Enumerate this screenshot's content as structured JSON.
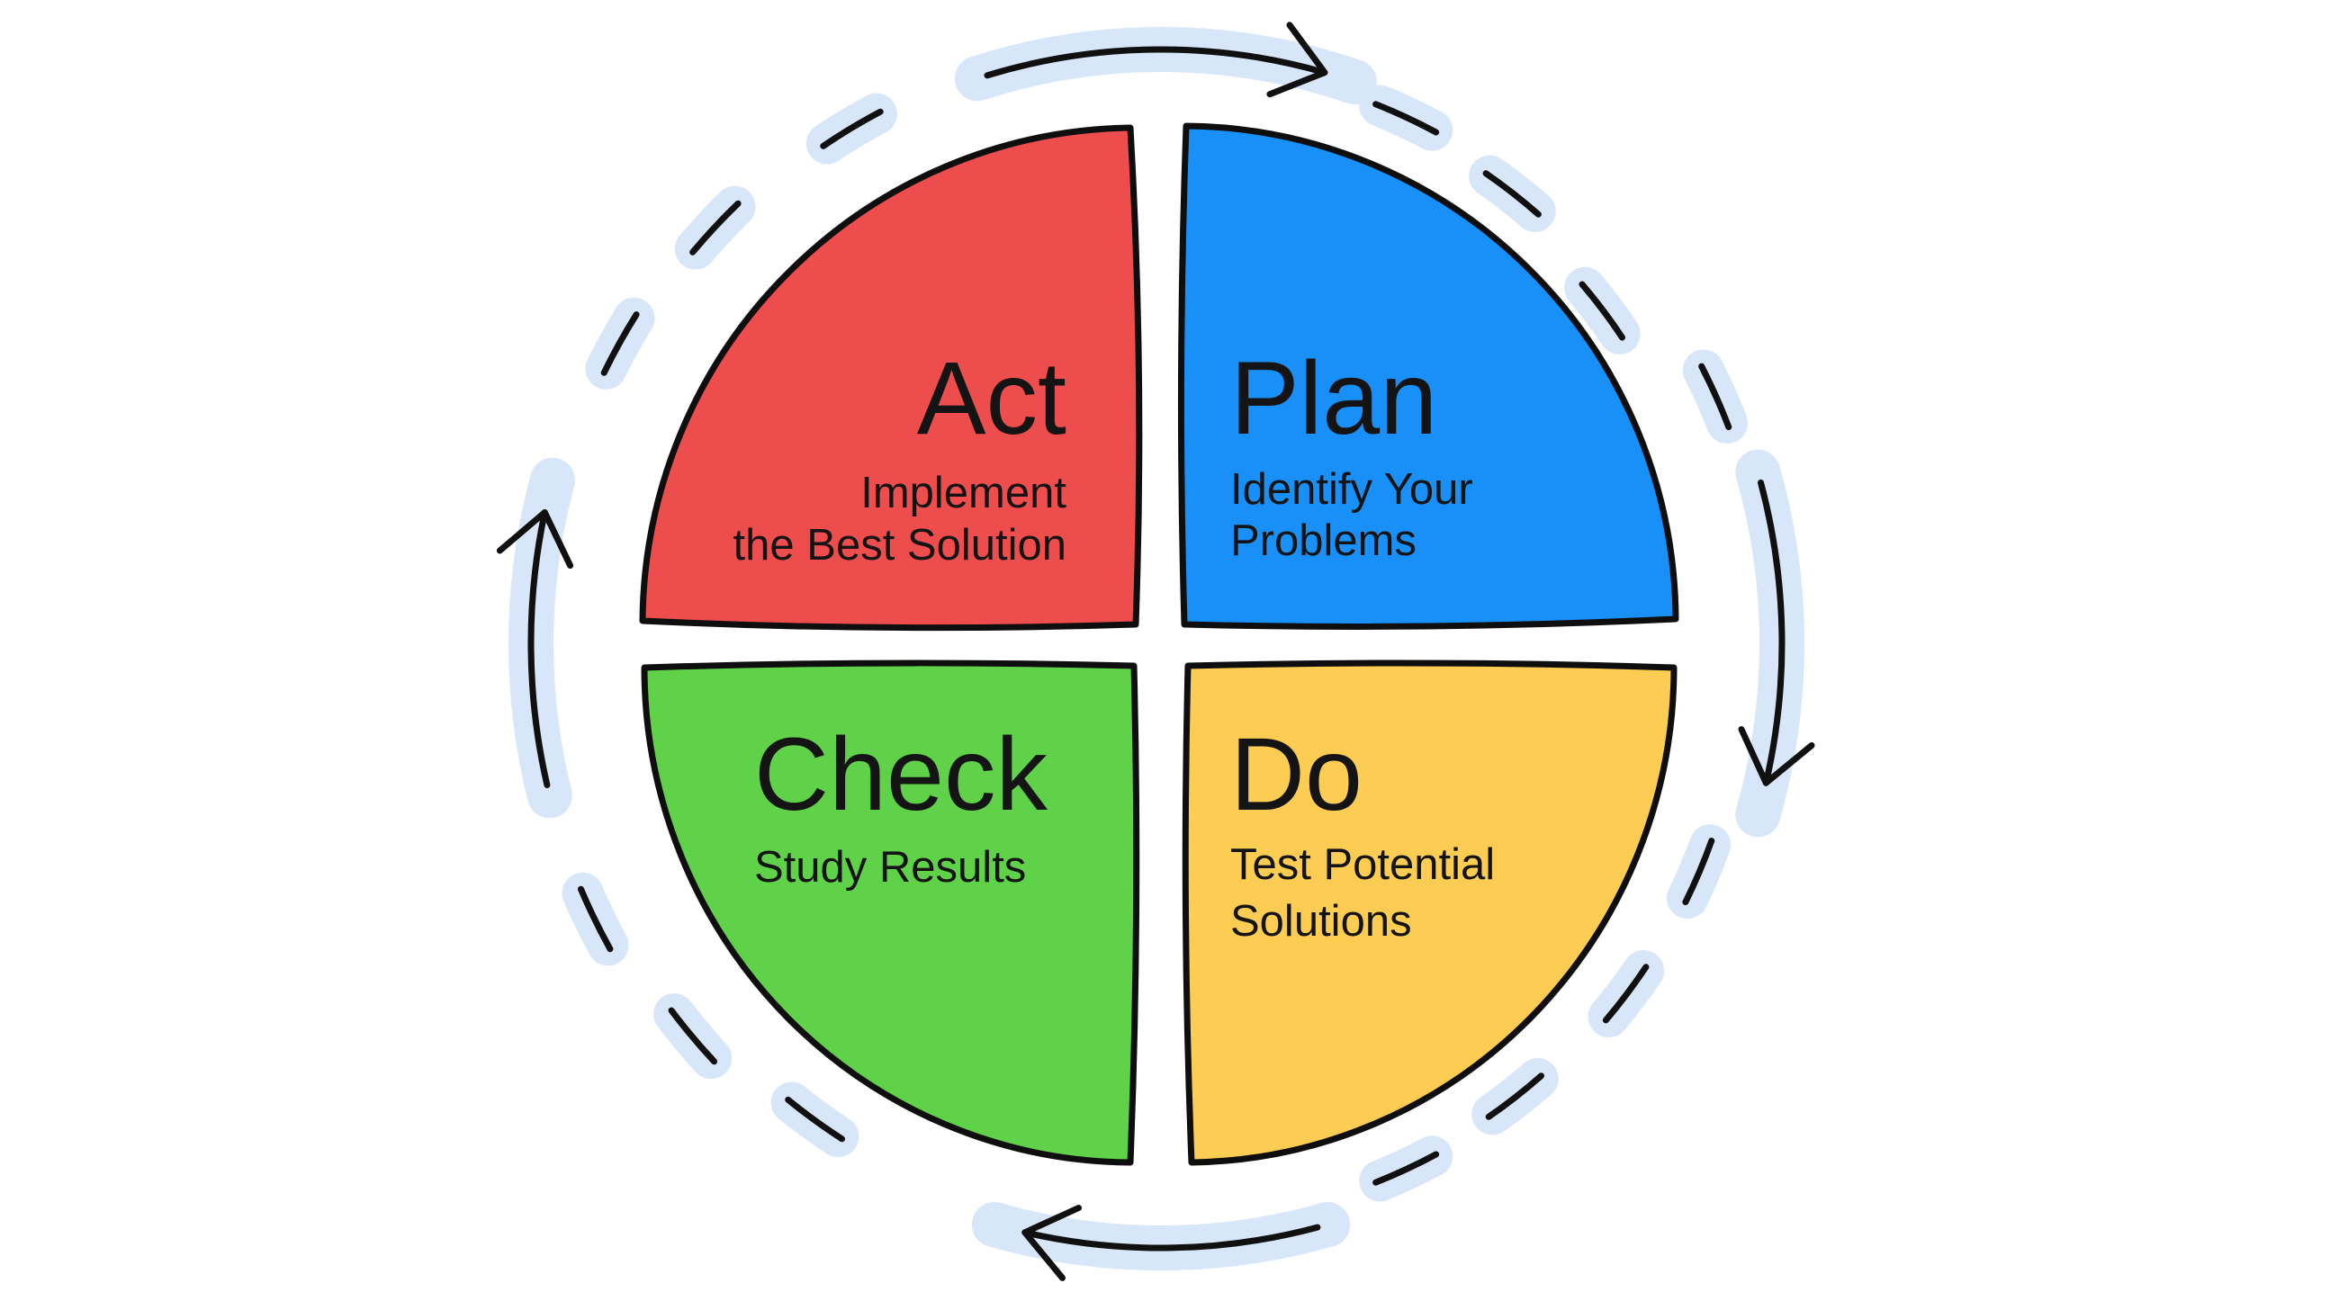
{
  "diagram": {
    "cycle_direction": "clockwise"
  },
  "ring": {
    "dash_color": "#D7E6F8",
    "line_color": "#101010"
  },
  "quadrants": {
    "act": {
      "label": "Act",
      "description_lines": [
        "Implement",
        "the Best Solution"
      ],
      "color": "#EE4D4E"
    },
    "plan": {
      "label": "Plan",
      "description_lines": [
        "Identify Your",
        "Problems"
      ],
      "color": "#1890F8"
    },
    "check": {
      "label": "Check",
      "description_lines": [
        "Study Results"
      ],
      "color": "#5FD24A"
    },
    "do": {
      "label": "Do",
      "description_lines": [
        "Test Potential",
        "Solutions"
      ],
      "color": "#FDCC52"
    }
  }
}
